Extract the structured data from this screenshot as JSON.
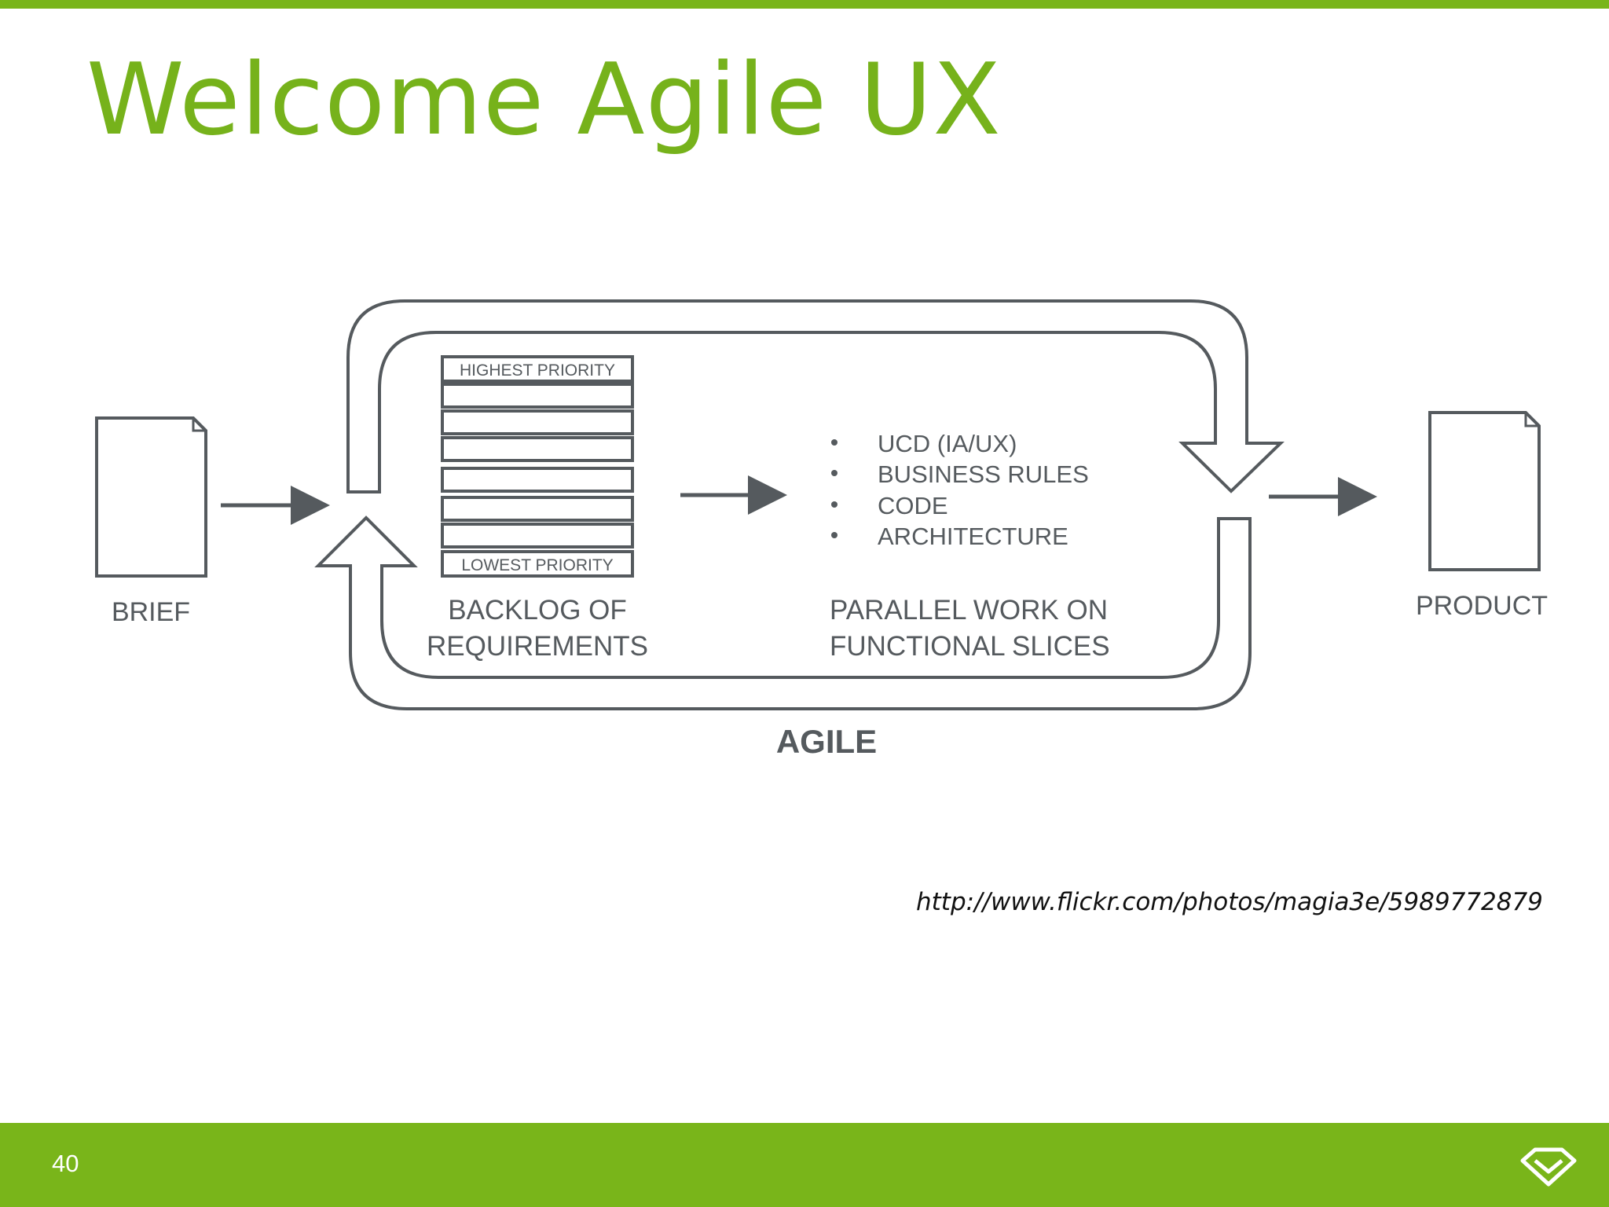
{
  "slide": {
    "title": "Welcome Agile UX",
    "source_url": "http://www.flickr.com/photos/magia3e/5989772879",
    "page_number": "40"
  },
  "diagram": {
    "brief_label": "BRIEF",
    "product_label": "PRODUCT",
    "cycle_label": "AGILE",
    "backlog": {
      "top_item": "HIGHEST PRIORITY",
      "bottom_item": "LOWEST PRIORITY",
      "label_line1": "BACKLOG OF",
      "label_line2": "REQUIREMENTS"
    },
    "parallel_work": {
      "items": [
        "UCD (IA/UX)",
        "BUSINESS RULES",
        "CODE",
        "ARCHITECTURE"
      ],
      "label_line1": "PARALLEL WORK ON",
      "label_line2": "FUNCTIONAL SLICES"
    }
  },
  "colors": {
    "brand_green": "#79b51a",
    "diagram_stroke": "#555a5e"
  }
}
